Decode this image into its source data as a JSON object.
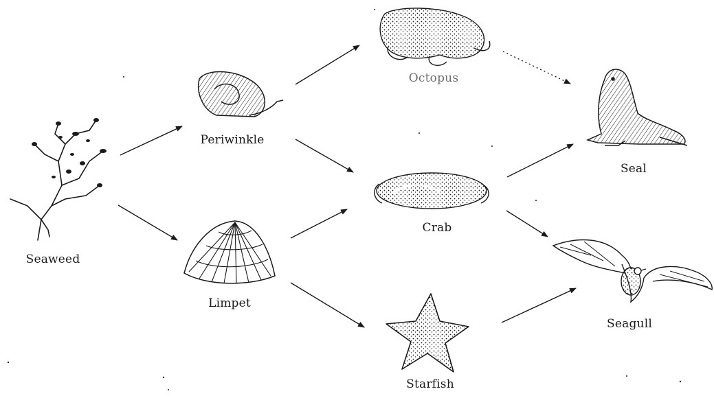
{
  "organisms": {
    "seaweed": "Seaweed",
    "periwinkle": "Periwinkle",
    "limpet": "Limpet",
    "octopus": "Octopus",
    "crab": "Crab",
    "starfish": "Starfish",
    "seal": "Seal",
    "seagull": "Seagull"
  },
  "links": [
    {
      "from": "Seaweed",
      "to": "Periwinkle"
    },
    {
      "from": "Seaweed",
      "to": "Limpet"
    },
    {
      "from": "Periwinkle",
      "to": "Octopus"
    },
    {
      "from": "Periwinkle",
      "to": "Crab"
    },
    {
      "from": "Limpet",
      "to": "Crab"
    },
    {
      "from": "Limpet",
      "to": "Starfish"
    },
    {
      "from": "Octopus",
      "to": "Seal"
    },
    {
      "from": "Crab",
      "to": "Seal"
    },
    {
      "from": "Crab",
      "to": "Seagull"
    },
    {
      "from": "Starfish",
      "to": "Seagull"
    }
  ],
  "colors": {
    "ink": "#1a1a1a",
    "background": "#ffffff"
  }
}
